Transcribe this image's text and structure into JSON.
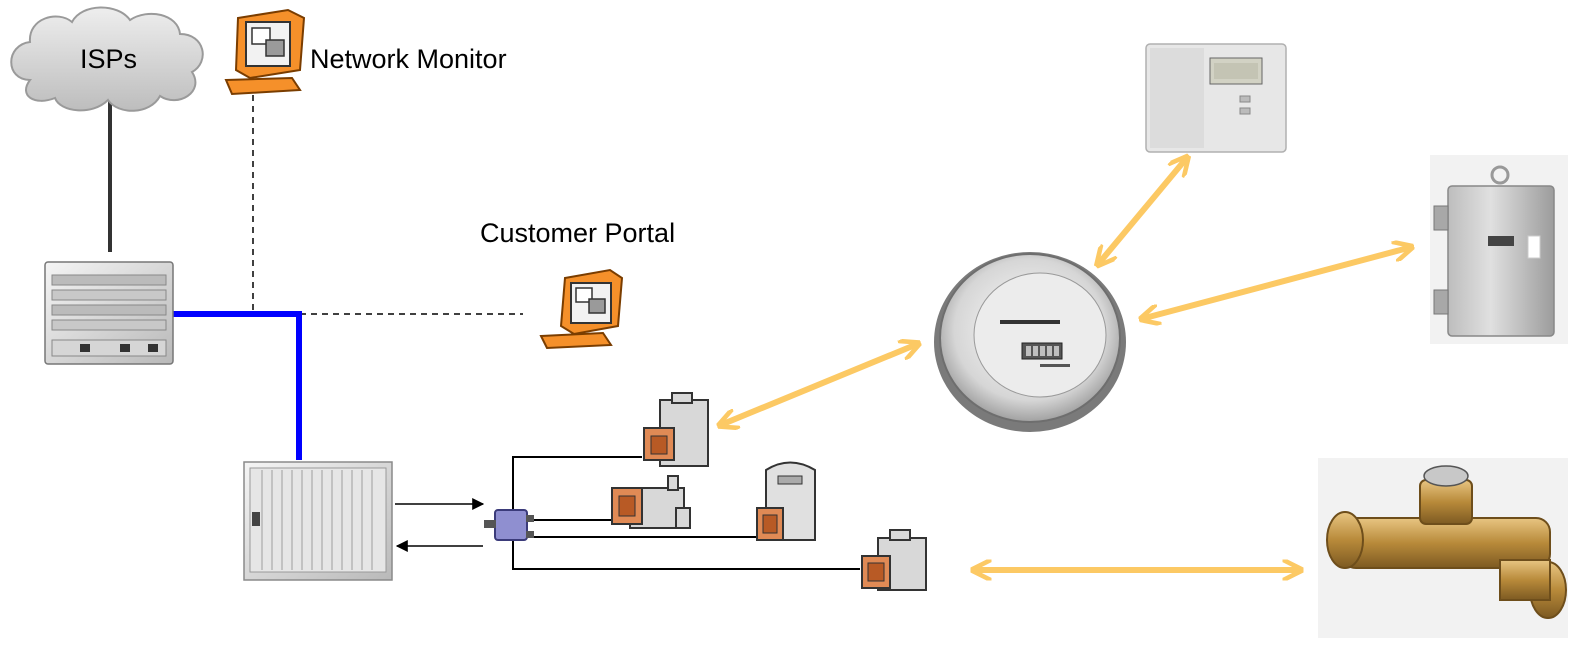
{
  "diagram": {
    "labels": {
      "isps": "ISPs",
      "network_monitor": "Network Monitor",
      "customer_portal": "Customer Portal"
    },
    "colors": {
      "backbone_link": "#0000ff",
      "wireless_link": "#fcc964",
      "wired_link": "#000000",
      "monitor_body": "#f5902a",
      "cloud": "#cccccc"
    },
    "nodes": [
      "isp-cloud",
      "network-monitor-computer",
      "router-chassis",
      "customer-portal-computer",
      "headend-chassis",
      "splitter",
      "building-meter-1",
      "building-meter-2",
      "building-meter-3",
      "building-meter-4",
      "electric-meter",
      "thermostat",
      "load-control-box",
      "water-meter"
    ]
  }
}
